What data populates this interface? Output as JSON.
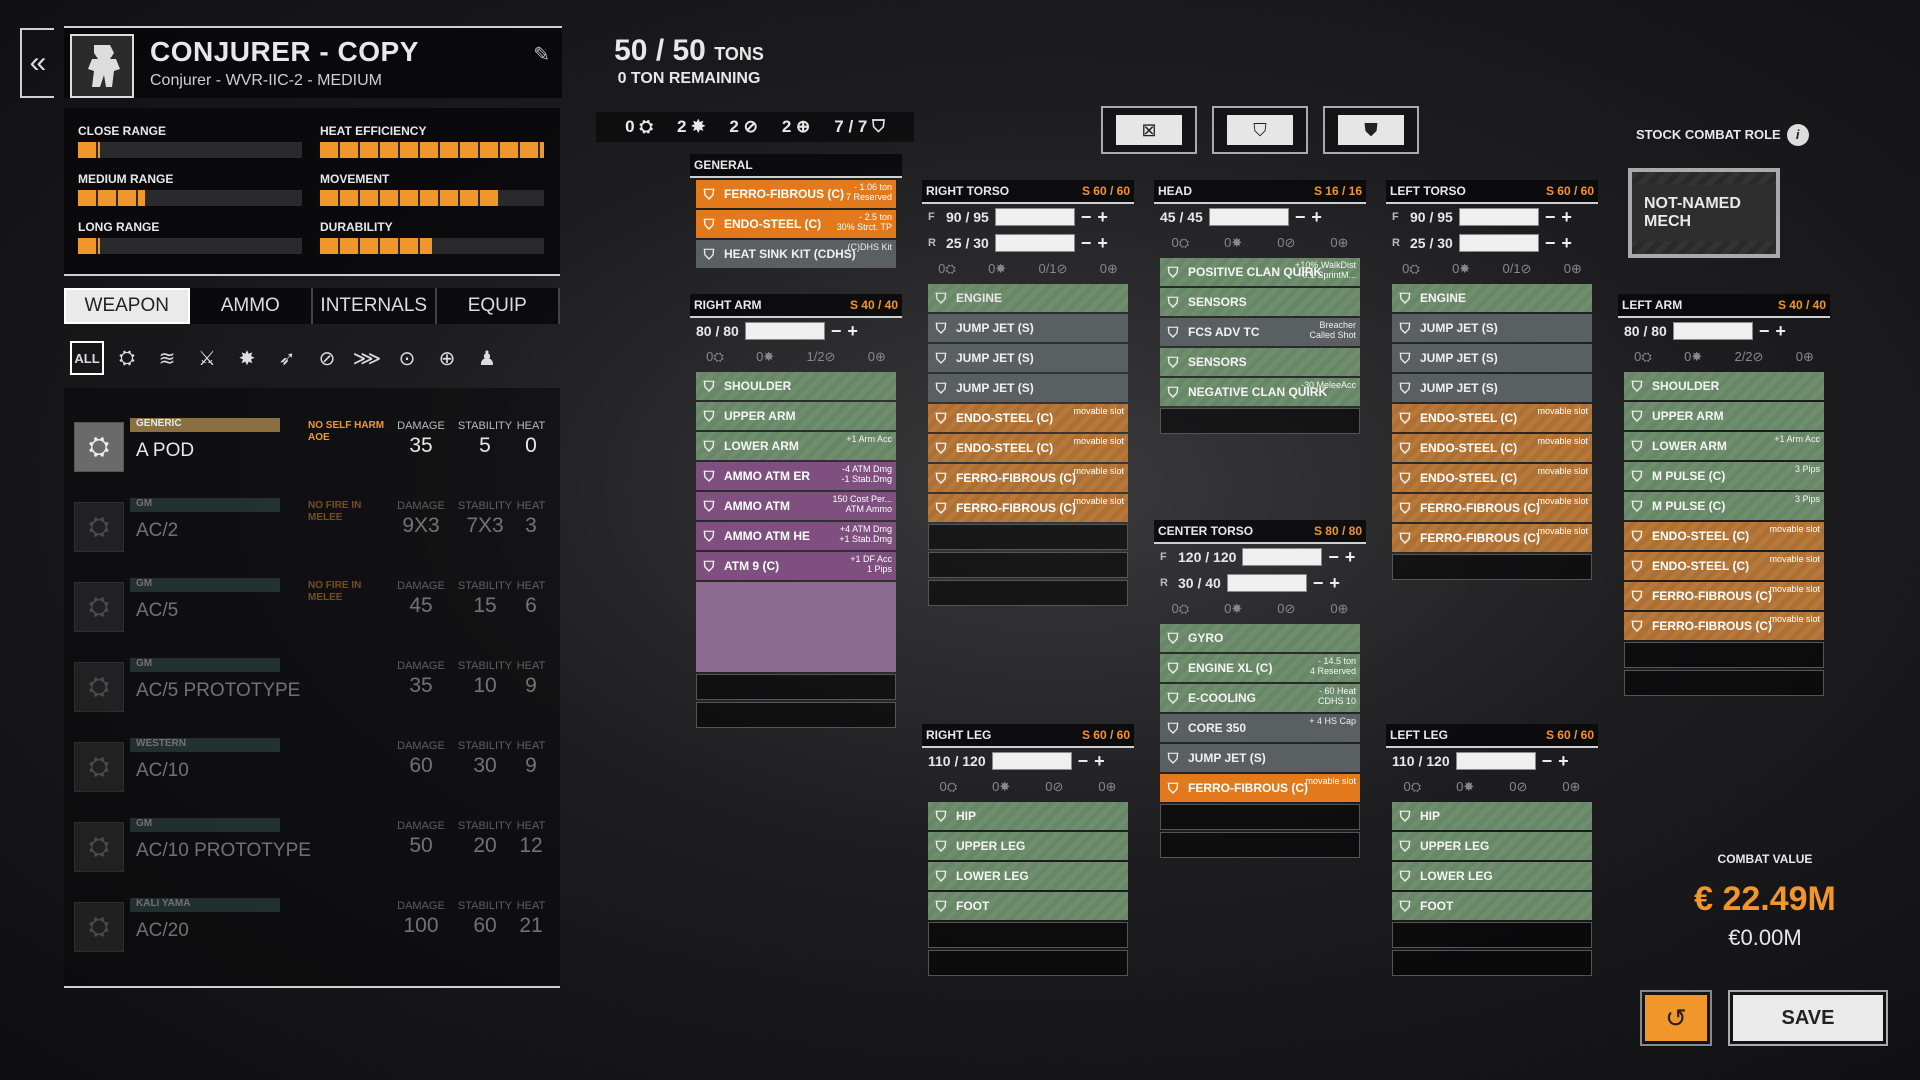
{
  "header": {
    "title": "CONJURER - COPY",
    "subtitle": "Conjurer -  WVR-IIC-2 - MEDIUM",
    "tonnage": "50 / 50",
    "tonnage_unit": "TONS",
    "remaining": "0 TON REMAINING"
  },
  "stats": {
    "close_range": {
      "label": "CLOSE RANGE",
      "value": 0.1
    },
    "heat_efficiency": {
      "label": "HEAT EFFICIENCY",
      "value": 1.0
    },
    "medium_range": {
      "label": "MEDIUM RANGE",
      "value": 0.3
    },
    "movement": {
      "label": "MOVEMENT",
      "value": 0.8
    },
    "long_range": {
      "label": "LONG RANGE",
      "value": 0.1
    },
    "durability": {
      "label": "DURABILITY",
      "value": 0.5
    }
  },
  "tabs": [
    "WEAPON",
    "AMMO",
    "INTERNALS",
    "EQUIP"
  ],
  "filters": {
    "all": "ALL"
  },
  "weapons": [
    {
      "mfr": "GENERIC",
      "name": "A POD",
      "note": "NO SELF HARM AOE",
      "damage": "35",
      "stability": "5",
      "heat": "0",
      "selected": true
    },
    {
      "mfr": "GM",
      "name": "AC/2",
      "note": "NO FIRE IN MELEE",
      "damage": "9X3",
      "stability": "7X3",
      "heat": "3"
    },
    {
      "mfr": "GM",
      "name": "AC/5",
      "note": "NO FIRE IN MELEE",
      "damage": "45",
      "stability": "15",
      "heat": "6"
    },
    {
      "mfr": "GM",
      "name": "AC/5 PROTOTYPE",
      "note": "",
      "damage": "35",
      "stability": "10",
      "heat": "9"
    },
    {
      "mfr": "WESTERN",
      "name": "AC/10",
      "note": "",
      "damage": "60",
      "stability": "30",
      "heat": "9"
    },
    {
      "mfr": "GM",
      "name": "AC/10 PROTOTYPE",
      "note": "",
      "damage": "50",
      "stability": "20",
      "heat": "12"
    },
    {
      "mfr": "KALI YAMA",
      "name": "AC/20",
      "note": "",
      "damage": "100",
      "stability": "60",
      "heat": "21"
    }
  ],
  "weapon_cols": {
    "damage": "DAMAGE",
    "stability": "STABILITY",
    "heat": "HEAT"
  },
  "hardpoints": [
    "0",
    "2",
    "2",
    "2",
    "7 / 7"
  ],
  "stock_role": "STOCK COMBAT ROLE",
  "role_badge": "NOT-NAMED MECH",
  "general": {
    "title": "GENERAL",
    "items": [
      {
        "name": "FERRO-FIBROUS (C)",
        "extra": "- 1.06 ton\n7 Reserved"
      },
      {
        "name": "ENDO-STEEL (C)",
        "extra": "- 2.5 ton\n30% Strct. TP"
      },
      {
        "name": "HEAT SINK KIT (CDHS)",
        "extra": "(C)DHS Kit"
      }
    ]
  },
  "right_arm": {
    "title": "RIGHT ARM",
    "slots": "S 40 / 40",
    "armor": "80 / 80",
    "hp": "1/2",
    "items": [
      {
        "name": "SHOULDER",
        "extra": ""
      },
      {
        "name": "UPPER ARM",
        "extra": ""
      },
      {
        "name": "LOWER ARM",
        "extra": "+1 Arm Acc"
      },
      {
        "name": "AMMO ATM ER",
        "extra": "-4 ATM Dmg\n-1 Stab.Dmg"
      },
      {
        "name": "AMMO ATM",
        "extra": "150 Cost Per...\nATM Ammo"
      },
      {
        "name": "AMMO ATM HE",
        "extra": "+4 ATM Dmg\n+1 Stab.Dmg"
      },
      {
        "name": "ATM 9 (C)",
        "extra": "+1 DF Acc\n1 Pips"
      }
    ]
  },
  "right_torso": {
    "title": "RIGHT TORSO",
    "slots": "S 60 / 60",
    "front": "90 / 95",
    "rear": "25 / 30",
    "hp": "0/1",
    "items": [
      {
        "name": "ENGINE",
        "extra": ""
      },
      {
        "name": "JUMP JET (S)",
        "extra": ""
      },
      {
        "name": "JUMP JET (S)",
        "extra": ""
      },
      {
        "name": "JUMP JET (S)",
        "extra": ""
      },
      {
        "name": "ENDO-STEEL (C)",
        "extra": "movable slot"
      },
      {
        "name": "ENDO-STEEL (C)",
        "extra": "movable slot"
      },
      {
        "name": "FERRO-FIBROUS (C)",
        "extra": "movable slot"
      },
      {
        "name": "FERRO-FIBROUS (C)",
        "extra": "movable slot"
      }
    ]
  },
  "head": {
    "title": "HEAD",
    "slots": "S 16 / 16",
    "armor": "45 / 45",
    "items": [
      {
        "name": "POSITIVE CLAN QUIRK",
        "extra": "+10% WalkDist\n+0.1 SprintM..."
      },
      {
        "name": "SENSORS",
        "extra": ""
      },
      {
        "name": "FCS ADV TC",
        "extra": "Breacher\nCalled Shot"
      },
      {
        "name": "SENSORS",
        "extra": ""
      },
      {
        "name": "NEGATIVE CLAN QUIRK",
        "extra": "-30 MeleeAcc"
      }
    ]
  },
  "center_torso": {
    "title": "CENTER TORSO",
    "slots": "S 80 / 80",
    "front": "120 / 120",
    "rear": "30 / 40",
    "items": [
      {
        "name": "GYRO",
        "extra": ""
      },
      {
        "name": "ENGINE XL (C)",
        "extra": "- 14.5 ton\n4 Reserved"
      },
      {
        "name": "E-COOLING",
        "extra": "- 60 Heat\nCDHS 10"
      },
      {
        "name": "CORE 350",
        "extra": "+ 4 HS Cap"
      },
      {
        "name": "JUMP JET (S)",
        "extra": ""
      },
      {
        "name": "FERRO-FIBROUS (C)",
        "extra": "movable slot"
      }
    ]
  },
  "left_torso": {
    "title": "LEFT TORSO",
    "slots": "S 60 / 60",
    "front": "90 / 95",
    "rear": "25 / 30",
    "hp": "0/1",
    "items": [
      {
        "name": "ENGINE",
        "extra": ""
      },
      {
        "name": "JUMP JET (S)",
        "extra": ""
      },
      {
        "name": "JUMP JET (S)",
        "extra": ""
      },
      {
        "name": "JUMP JET (S)",
        "extra": ""
      },
      {
        "name": "ENDO-STEEL (C)",
        "extra": "movable slot"
      },
      {
        "name": "ENDO-STEEL (C)",
        "extra": "movable slot"
      },
      {
        "name": "ENDO-STEEL (C)",
        "extra": "movable slot"
      },
      {
        "name": "FERRO-FIBROUS (C)",
        "extra": "movable slot"
      },
      {
        "name": "FERRO-FIBROUS (C)",
        "extra": "movable slot"
      }
    ]
  },
  "left_arm": {
    "title": "LEFT ARM",
    "slots": "S 40 / 40",
    "armor": "80 / 80",
    "hp": "2/2",
    "items": [
      {
        "name": "SHOULDER",
        "extra": ""
      },
      {
        "name": "UPPER ARM",
        "extra": ""
      },
      {
        "name": "LOWER ARM",
        "extra": "+1 Arm Acc"
      },
      {
        "name": "M PULSE (C)",
        "extra": "3 Pips"
      },
      {
        "name": "M PULSE (C)",
        "extra": "3 Pips"
      },
      {
        "name": "ENDO-STEEL (C)",
        "extra": "movable slot"
      },
      {
        "name": "ENDO-STEEL (C)",
        "extra": "movable slot"
      },
      {
        "name": "FERRO-FIBROUS (C)",
        "extra": "movable slot"
      },
      {
        "name": "FERRO-FIBROUS (C)",
        "extra": "movable slot"
      }
    ]
  },
  "right_leg": {
    "title": "RIGHT LEG",
    "slots": "S 60 / 60",
    "armor": "110 / 120",
    "items": [
      {
        "name": "HIP"
      },
      {
        "name": "UPPER LEG"
      },
      {
        "name": "LOWER LEG"
      },
      {
        "name": "FOOT"
      }
    ]
  },
  "left_leg": {
    "title": "LEFT LEG",
    "slots": "S 60 / 60",
    "armor": "110 / 120",
    "items": [
      {
        "name": "HIP"
      },
      {
        "name": "UPPER LEG"
      },
      {
        "name": "LOWER LEG"
      },
      {
        "name": "FOOT"
      }
    ]
  },
  "combat_value": {
    "label": "COMBAT VALUE",
    "value": "22.49M",
    "cost": "€0.00M"
  },
  "buttons": {
    "save": "SAVE"
  },
  "colors": {
    "accent": "#f0962a",
    "green_slot": "#6f8f6a",
    "orange_slot": "#b8783a",
    "purple_slot": "#7e4f7f"
  }
}
